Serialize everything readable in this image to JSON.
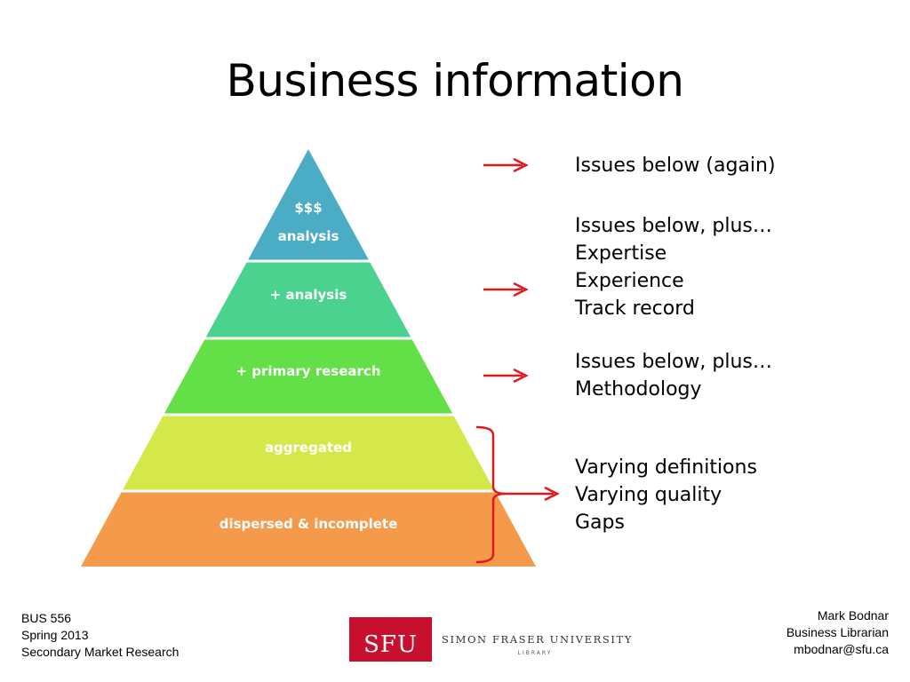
{
  "title": "Business information",
  "pyramid": {
    "tiers": [
      {
        "lines": [
          "$$$",
          "analysis"
        ],
        "color": "#4bacc6"
      },
      {
        "lines": [
          "+ analysis"
        ],
        "color": "#4bd28f"
      },
      {
        "lines": [
          "+ primary research"
        ],
        "color": "#63df47"
      },
      {
        "lines": [
          "aggregated"
        ],
        "color": "#d4e84a"
      },
      {
        "lines": [
          "dispersed & incomplete"
        ],
        "color": "#f59a4b"
      }
    ]
  },
  "notes": [
    {
      "lines": [
        "Issues below (again)"
      ]
    },
    {
      "lines": [
        "Issues below, plus…",
        "Expertise",
        "Experience",
        "Track record"
      ]
    },
    {
      "lines": [
        "Issues below, plus…",
        "Methodology"
      ]
    },
    {
      "lines": [
        "Varying definitions",
        "Varying quality",
        "Gaps"
      ]
    }
  ],
  "arrow_color": "#e0191b",
  "footer_left": {
    "course": "BUS 556",
    "term": "Spring 2013",
    "topic": "Secondary Market Research"
  },
  "footer_right": {
    "name": "Mark Bodnar",
    "role": "Business Librarian",
    "email": "mbodnar@sfu.ca"
  },
  "logo": {
    "mark": "SFU",
    "name": "SIMON FRASER UNIVERSITY",
    "sub": "LIBRARY",
    "color": "#c8102e"
  }
}
